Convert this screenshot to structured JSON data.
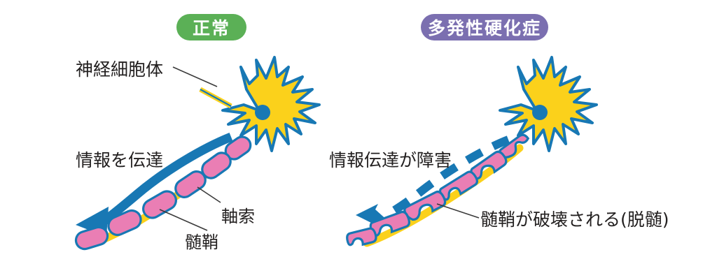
{
  "figure": {
    "title_normal": "正常",
    "title_ms": "多発性硬化症",
    "background_color": "#ffffff"
  },
  "colors": {
    "badge_normal_bg": "#5bb056",
    "badge_ms_bg": "#7b6fb0",
    "badge_text": "#ffffff",
    "soma_fill": "#fbd11b",
    "soma_outline": "#1878b4",
    "nucleus_fill": "#1878b4",
    "myelin_fill": "#ea7eb4",
    "myelin_outline": "#1878b4",
    "axon_fill": "#fbd11b",
    "arrow_blue": "#1878b4",
    "label_text": "#221f1f",
    "leader_line": "#3a3a3a"
  },
  "panels": [
    {
      "id": "normal",
      "badge": "正常",
      "badge_color": "#5bb056",
      "labels": [
        {
          "name": "nerve-cell-body",
          "text": "神経細胞体"
        },
        {
          "name": "transmits-information",
          "text": "情報を伝達"
        },
        {
          "name": "axon",
          "text": "軸索"
        },
        {
          "name": "myelin-sheath",
          "text": "髄鞘"
        }
      ],
      "arrow_style": "solid",
      "myelin_state": "intact"
    },
    {
      "id": "multiple-sclerosis",
      "badge": "多発性硬化症",
      "badge_color": "#7b6fb0",
      "labels": [
        {
          "name": "impaired-transmission",
          "text": "情報伝達が障害"
        },
        {
          "name": "demyelination",
          "text": "髄鞘が破壊される(脱髄)"
        }
      ],
      "arrow_style": "dashed",
      "myelin_state": "damaged"
    }
  ]
}
